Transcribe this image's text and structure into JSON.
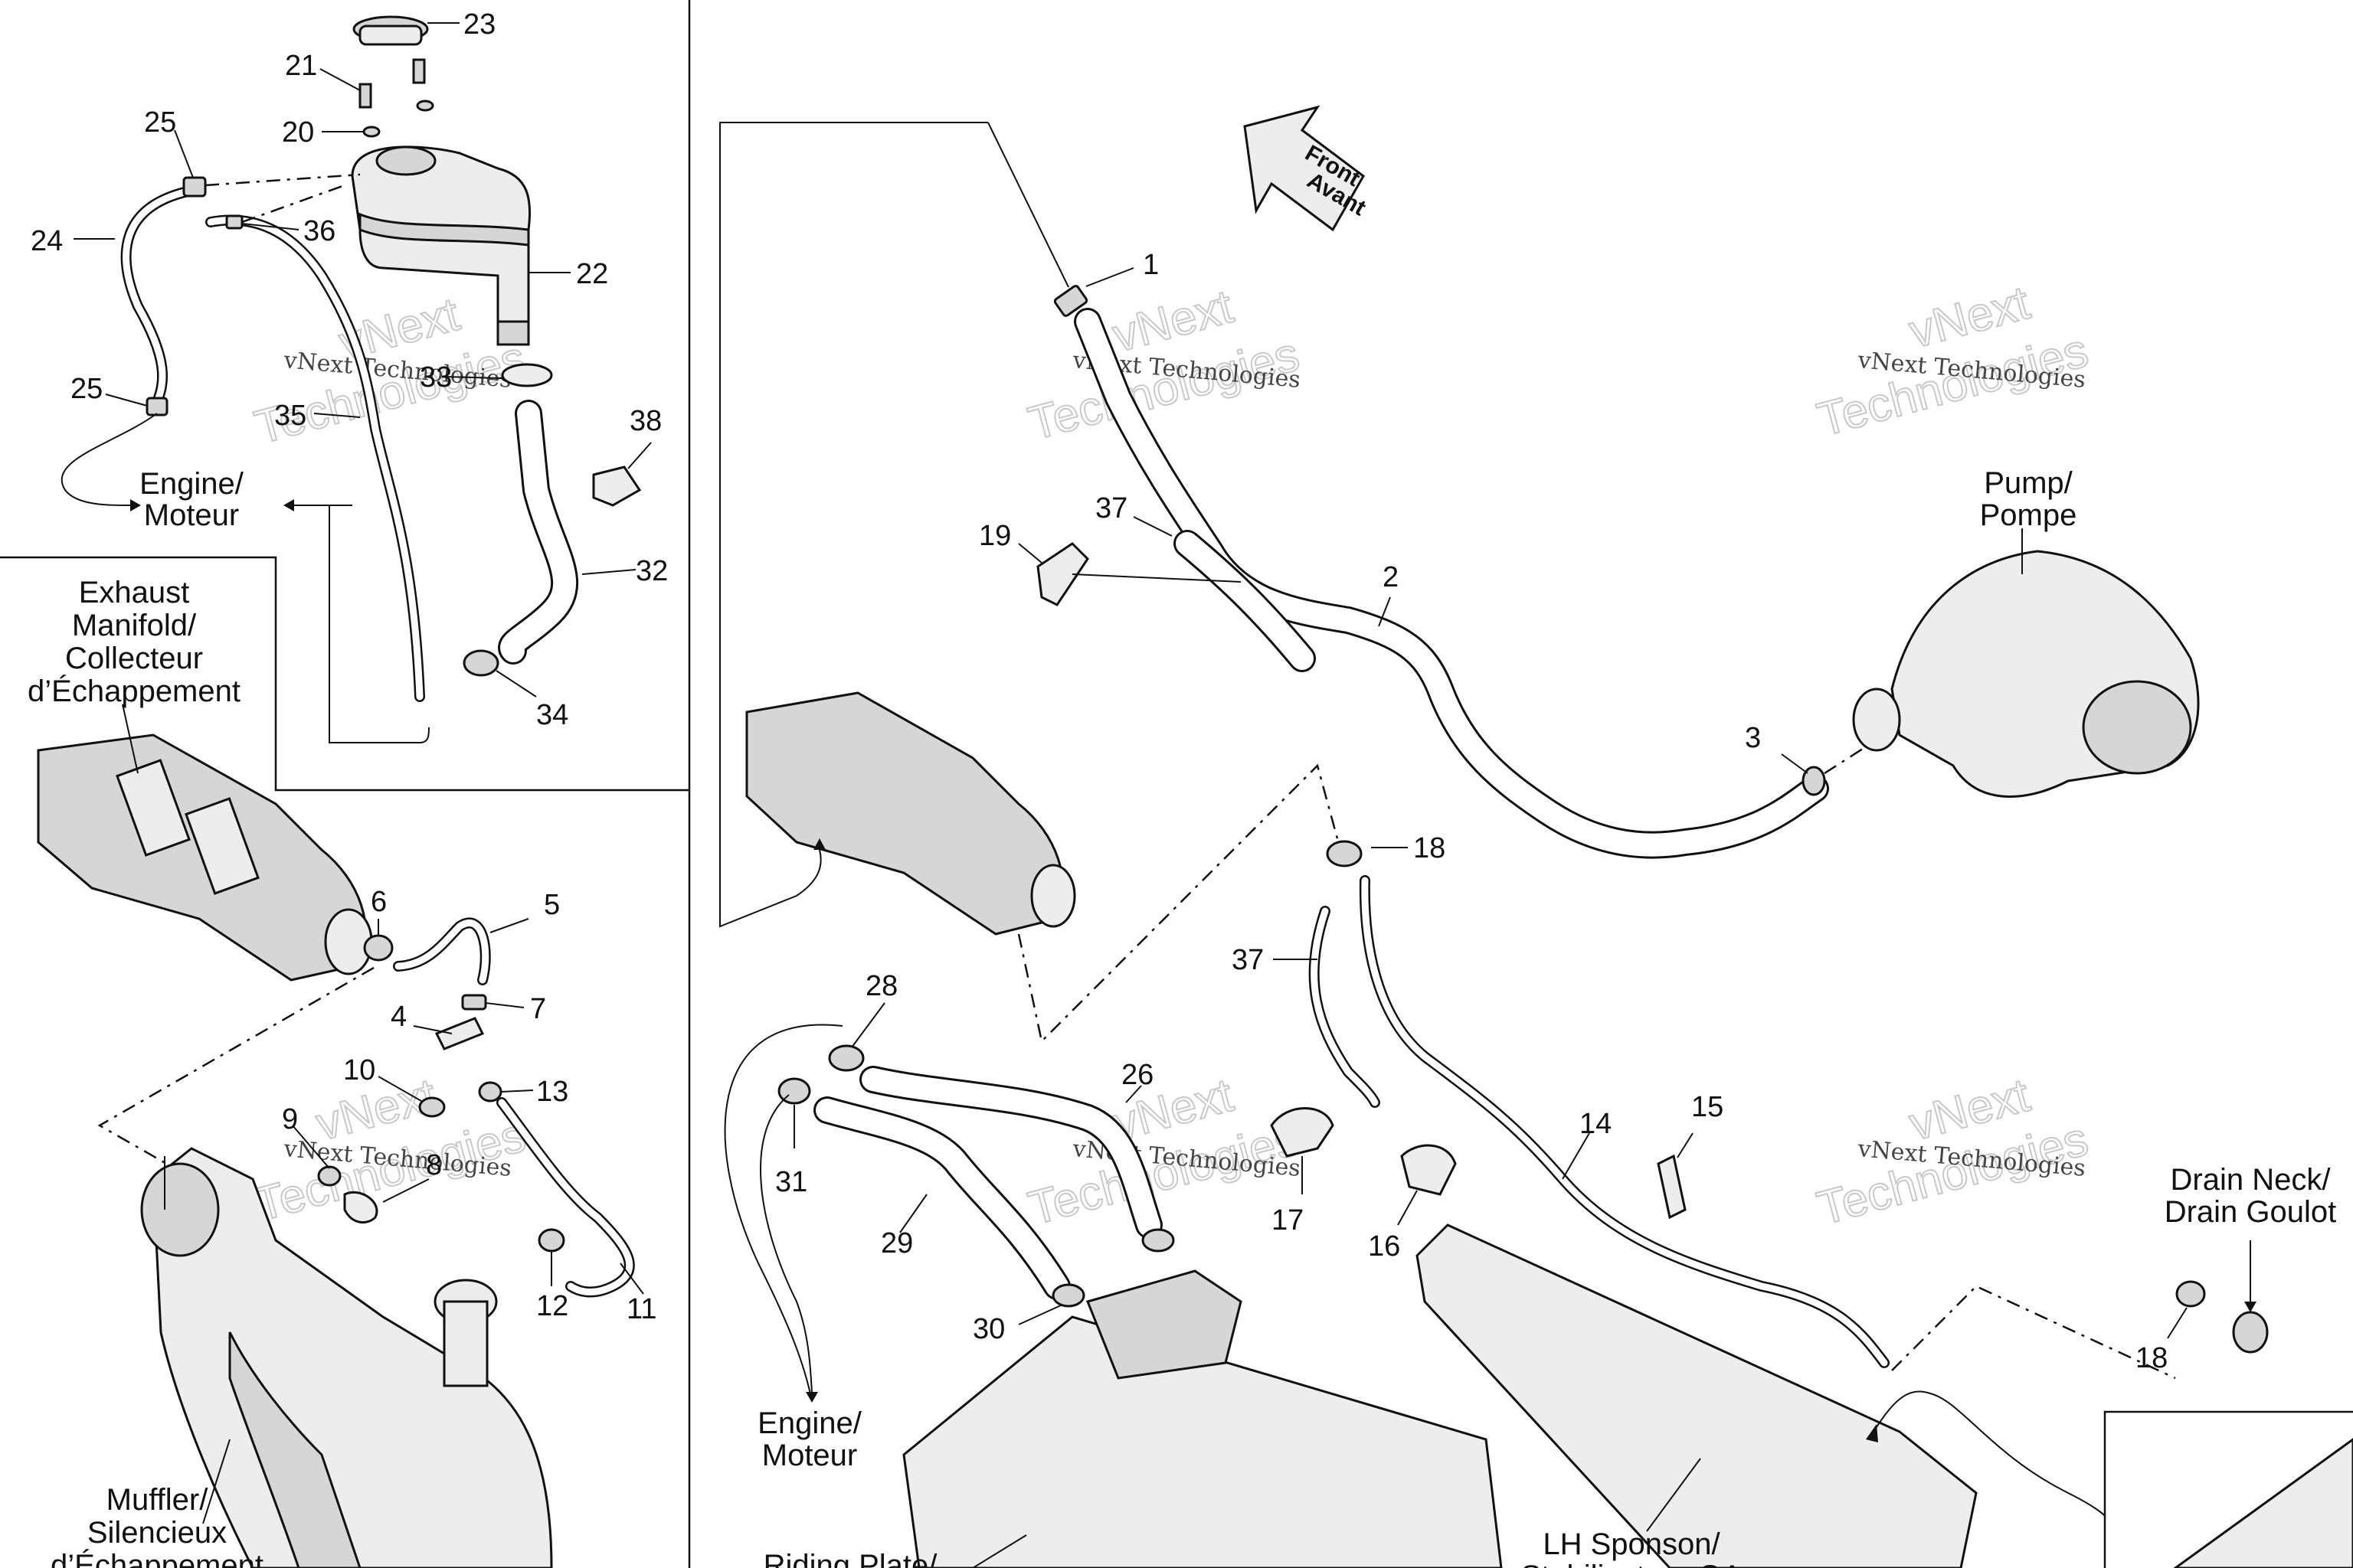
{
  "callouts": {
    "c1": "1",
    "c2": "2",
    "c3": "3",
    "c4": "4",
    "c5": "5",
    "c6": "6",
    "c7": "7",
    "c8": "8",
    "c9": "9",
    "c10": "10",
    "c11": "11",
    "c12": "12",
    "c13": "13",
    "c14": "14",
    "c15": "15",
    "c16": "16",
    "c17": "17",
    "c18a": "18",
    "c18b": "18",
    "c19": "19",
    "c20": "20",
    "c21": "21",
    "c22": "22",
    "c23": "23",
    "c24": "24",
    "c25a": "25",
    "c25b": "25",
    "c26": "26",
    "c28": "28",
    "c29": "29",
    "c30": "30",
    "c31": "31",
    "c32": "32",
    "c33": "33",
    "c34": "34",
    "c35": "35",
    "c36": "36",
    "c37a": "37",
    "c37b": "37",
    "c38": "38"
  },
  "captions": {
    "engine_top_1": "Engine/",
    "engine_top_2": "Moteur",
    "exhaust_1": "Exhaust",
    "exhaust_2": "Manifold/",
    "exhaust_3": "Collecteur",
    "exhaust_4": "d’Échappement",
    "pump_1": "Pump/",
    "pump_2": "Pompe",
    "drain_1": "Drain Neck/",
    "drain_2": "Drain Goulot",
    "engine_bottom_1": "Engine/",
    "engine_bottom_2": "Moteur",
    "muffler_1": "Muffler/",
    "muffler_2": "Silencieux",
    "muffler_3": "d’Échappement",
    "riding_plate": "Riding Plate/",
    "sponson_1": "LH Sponson/",
    "sponson_2": "Stabilisateur GA"
  },
  "front_arrow": {
    "line1": "Front",
    "line2": "Avant"
  },
  "watermark": {
    "small": "vNext Technologies",
    "large": "Technologies",
    "mid": "vNext"
  }
}
